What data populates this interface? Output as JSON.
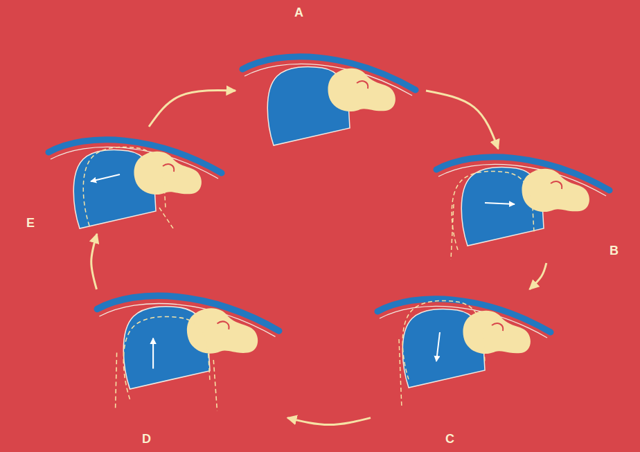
{
  "diagram": {
    "nodes": [
      {
        "text": [
          "A"
        ]
      },
      {
        "text": [
          "B"
        ]
      },
      {
        "text": [
          "C"
        ]
      },
      {
        "text": [
          "D"
        ]
      },
      {
        "text": [
          "E"
        ]
      }
    ],
    "edges": [
      {
        "from": 0,
        "to": 1,
        "arrow": "to"
      },
      {
        "from": 1,
        "to": 2,
        "arrow": "to"
      },
      {
        "from": 2,
        "to": 3,
        "arrow": "to"
      },
      {
        "from": 3,
        "to": 4,
        "arrow": "to"
      },
      {
        "from": 4,
        "to": 0,
        "arrow": "to"
      }
    ]
  }
}
